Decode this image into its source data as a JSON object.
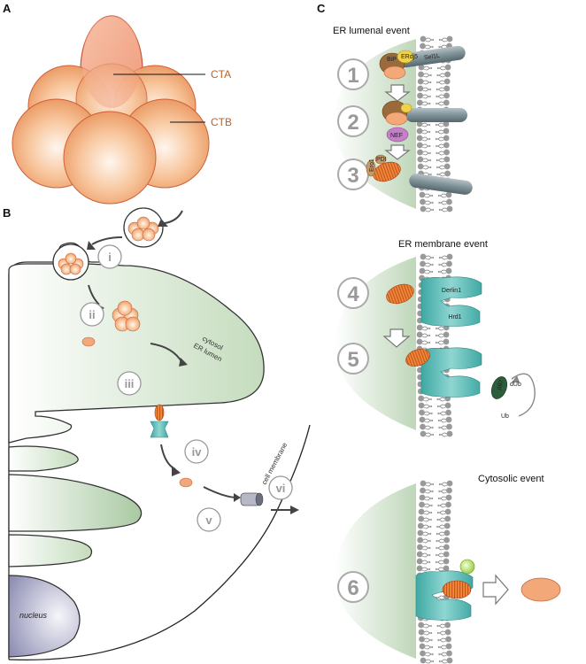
{
  "panels": {
    "a": "A",
    "b": "B",
    "c": "C"
  },
  "toxin": {
    "cta": "CTA",
    "ctb": "CTB"
  },
  "cell": {
    "steps": [
      "i",
      "ii",
      "iii",
      "iv",
      "v",
      "vi"
    ],
    "cytosol": "cytosol",
    "er_lumen": "ER lumen",
    "cell_membrane": "cell membrane",
    "nucleus": "nucleus"
  },
  "events": {
    "lumenal": "ER lumenal event",
    "membrane": "ER membrane event",
    "cytosolic": "Cytosolic event"
  },
  "step_numbers": [
    "1",
    "2",
    "3",
    "4",
    "5",
    "6"
  ],
  "proteins": {
    "bip": "BiP",
    "erdj5": "ERdj5",
    "sel1l": "Sel1L",
    "nef": "NEF",
    "ero1": "Ero1",
    "pdi": "PDI",
    "derlin1": "Derlin1",
    "hrd1": "Hrd1",
    "p97": "p97",
    "dub": "dUb",
    "ub": "Ub"
  },
  "colors": {
    "toxin_orange": "#f2a878",
    "er_green": "#b9d3b2",
    "channel_teal": "#5fbdb8",
    "membrane_grey": "#8a8a8a"
  }
}
